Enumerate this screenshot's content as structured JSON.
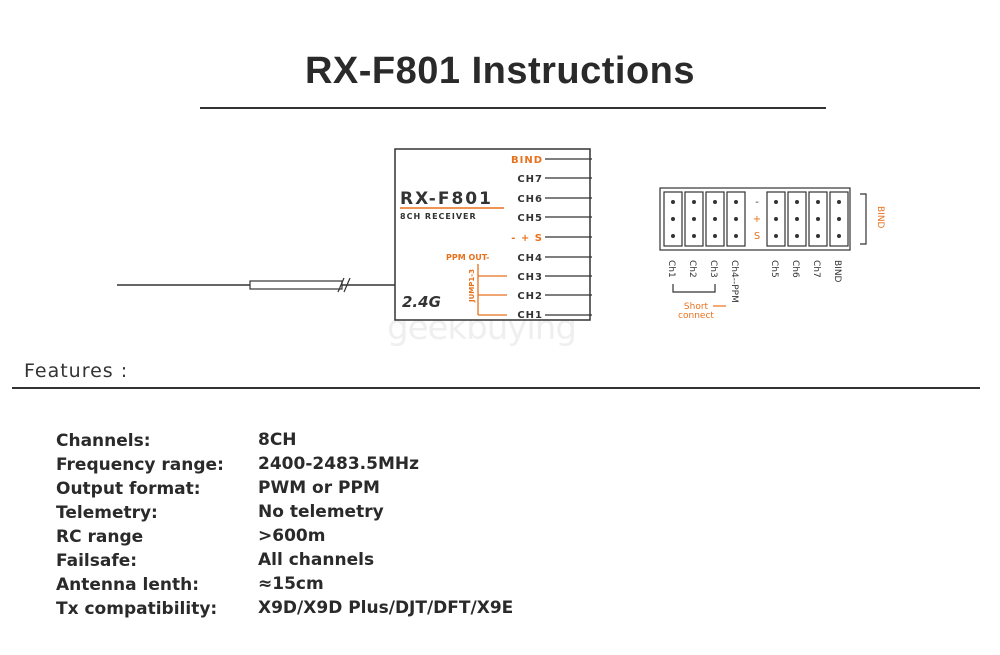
{
  "title": "RX-F801 Instructions",
  "watermark": "geekbuying",
  "receiver": {
    "model": "RX-F801",
    "subtitle": "8CH RECEIVER",
    "band": "2.4G",
    "pins": [
      "BIND",
      "CH7",
      "CH6",
      "CH5",
      "- + S",
      "CH4",
      "CH3",
      "CH2",
      "CH1"
    ],
    "ppm_label": "PPM OUT-",
    "jump_label": "JUMP1-3"
  },
  "connector": {
    "bottom_labels": [
      "Ch1",
      "Ch2",
      "Ch3",
      "Ch4--PPM",
      "Ch5",
      "Ch6",
      "Ch7",
      "BIND"
    ],
    "power_labels": [
      "-",
      "+",
      "S"
    ],
    "bind_label": "BIND",
    "short_connect": [
      "Short",
      "connect"
    ]
  },
  "features_label": "Features :",
  "features": [
    {
      "label": "Channels:",
      "value": "8CH"
    },
    {
      "label": "Frequency range:",
      "value": "2400-2483.5MHz"
    },
    {
      "label": "Output format:",
      "value": "PWM or PPM"
    },
    {
      "label": "Telemetry:",
      "value": "No telemetry"
    },
    {
      "label": "RC range",
      "value": ">600m"
    },
    {
      "label": "Failsafe:",
      "value": "All channels"
    },
    {
      "label": "Antenna lenth:",
      "value": "≈15cm"
    },
    {
      "label": "Tx compatibility:",
      "value": "X9D/X9D Plus/DJT/DFT/X9E"
    }
  ],
  "colors": {
    "accent": "#e8711e",
    "ink": "#2a2a2a"
  }
}
